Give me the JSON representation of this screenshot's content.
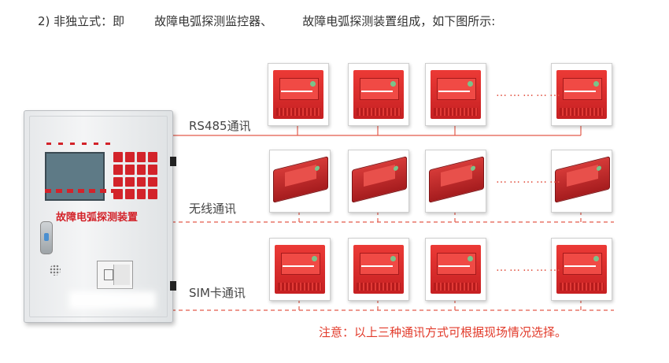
{
  "heading": {
    "prefix": "2) 非独立式：即",
    "middle": "故障电弧探测监控器、",
    "suffix": "故障电弧探测装置组成，如下图所示:"
  },
  "panel": {
    "label": "故障电弧探测装置"
  },
  "channels": [
    {
      "label": "RS485通讯",
      "line_style": "solid"
    },
    {
      "label": "无线通讯",
      "line_style": "dashed"
    },
    {
      "label": "SIM卡通讯",
      "line_style": "dashed"
    }
  ],
  "ellipsis": "……………",
  "note": "注意：以上三种通讯方式可根据现场情况选择。",
  "colors": {
    "accent_red": "#d3232a",
    "line_red": "#e35b4b",
    "note_red": "#e23b2b"
  }
}
